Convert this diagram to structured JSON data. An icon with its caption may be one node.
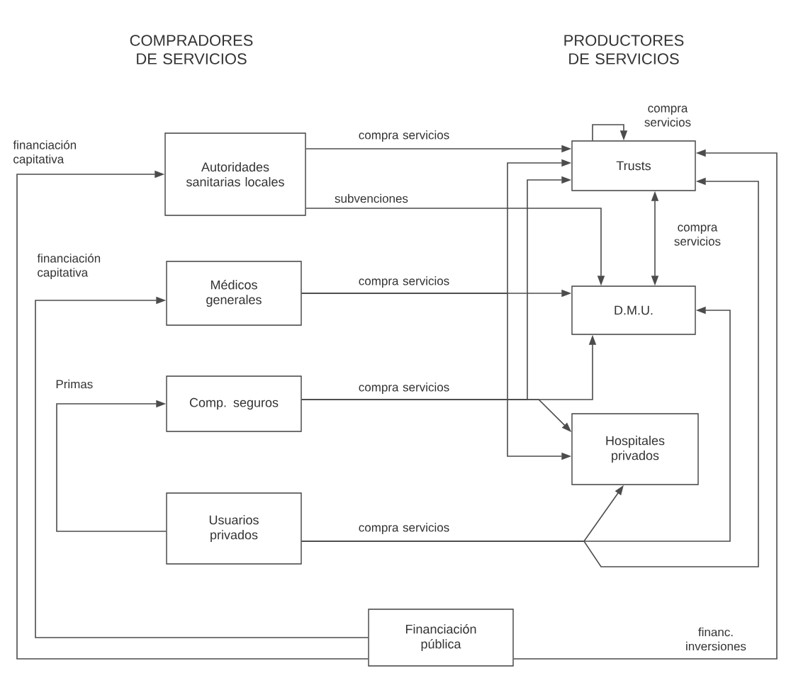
{
  "diagram": {
    "nodes": [
      {
        "text": [
          "Autoridades sanitarias locales"
        ]
      },
      {
        "text": [
          "Médicos generales"
        ]
      },
      {
        "text": [
          "Comp. seguros"
        ]
      },
      {
        "text": [
          "Usuarios privados"
        ]
      },
      {
        "text": [
          "Financiación pública"
        ]
      },
      {
        "text": [
          "Trusts"
        ]
      },
      {
        "text": [
          "D.M.U."
        ]
      },
      {
        "text": [
          "Hospitales privados"
        ]
      }
    ],
    "edges": [
      {
        "from": 4,
        "to": 0,
        "arrow": "to",
        "label": "financiación capitativa"
      },
      {
        "from": 4,
        "to": 1,
        "arrow": "to",
        "label": "financiación capitativa"
      },
      {
        "from": 3,
        "to": 2,
        "arrow": "to",
        "label": "Primas"
      },
      {
        "from": 0,
        "to": 5,
        "arrow": "to",
        "label": "compra servicios"
      },
      {
        "from": 0,
        "to": 6,
        "arrow": "to",
        "label": "subvenciones"
      },
      {
        "from": 1,
        "to": 6,
        "arrow": "to",
        "label": "compra servicios"
      },
      {
        "from": 1,
        "to": 5,
        "arrow": "to"
      },
      {
        "from": 1,
        "to": 7,
        "arrow": "to"
      },
      {
        "from": 2,
        "to": 6,
        "arrow": "to",
        "label": "compra servicios"
      },
      {
        "from": 2,
        "to": 5,
        "arrow": "to"
      },
      {
        "from": 2,
        "to": 7,
        "arrow": "to"
      },
      {
        "from": 5,
        "to": 5,
        "arrow": "to",
        "label": "compra servicios"
      },
      {
        "from": 5,
        "to": 6,
        "arrow": "both",
        "label": "compra servicios"
      },
      {
        "from": 3,
        "to": 7,
        "arrow": "to",
        "label": "compra servicios"
      },
      {
        "from": 3,
        "to": 6,
        "arrow": "to"
      },
      {
        "from": 3,
        "to": 5,
        "arrow": "to"
      },
      {
        "from": 4,
        "to": 5,
        "arrow": "to",
        "label": "financ. inversiones"
      }
    ],
    "labels": [
      "COMPRADORES DE SERVICIOS",
      "PRODUCTORES DE SERVICIOS"
    ]
  }
}
